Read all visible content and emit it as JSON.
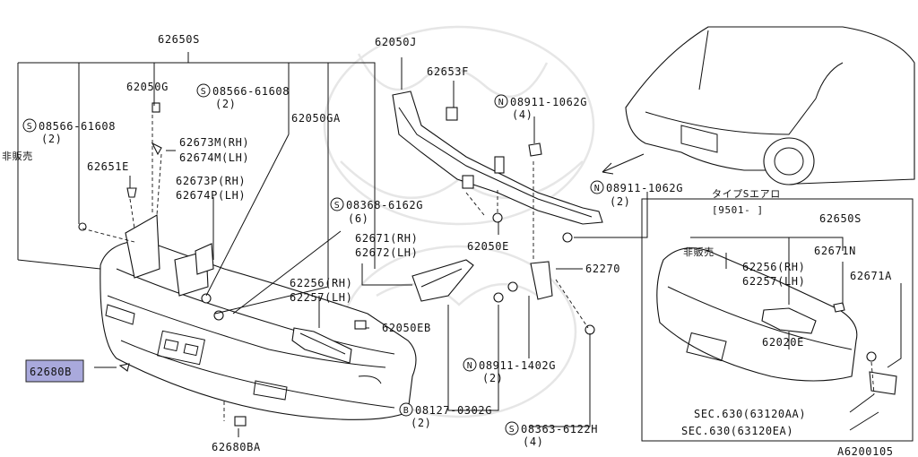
{
  "labels": {
    "p62650S": "62650S",
    "p62050G": "62050G",
    "s08566a": "08566-61608",
    "s08566a_qty": "(2)",
    "s08566b": "08566-61608",
    "s08566b_qty": "(2)",
    "p62050GA": "62050GA",
    "hibaibai": "非販売",
    "p62673M": "62673M(RH)",
    "p62674M": "62674M(LH)",
    "p62651E": "62651E",
    "p62673P": "62673P(RH)",
    "p62674P": "62674P(LH)",
    "p62050J": "62050J",
    "p62653F": "62653F",
    "n08911a": "08911-1062G",
    "n08911a_qty": "(4)",
    "n08911b": "08911-1062G",
    "n08911b_qty": "(2)",
    "s08368": "08368-6162G",
    "s08368_qty": "(6)",
    "p62671": "62671(RH)",
    "p62672": "62672(LH)",
    "p62050E": "62050E",
    "p62270": "62270",
    "p62256": "62256(RH)",
    "p62257": "62257(LH)",
    "p62050EB": "62050EB",
    "n08911c": "08911-1402G",
    "n08911c_qty": "(2)",
    "p62680B": "62680B",
    "b08127": "08127-0302G",
    "b08127_qty": "(2)",
    "s08363": "08363-6122H",
    "s08363_qty": "(4)",
    "p62680BA": "62680BA",
    "code": "A6200105"
  },
  "inset": {
    "title_line1": "タイプSエアロ",
    "title_line2": "[9501-     ]",
    "p62650S": "62650S",
    "hibaibai": "非販売",
    "p62671N": "62671N",
    "p62256": "62256(RH)",
    "p62257": "62257(LH)",
    "p62671A": "62671A",
    "p62020E": "62020E",
    "sec1": "SEC.630(63120AA)",
    "sec2": "SEC.630(63120EA)"
  },
  "symbols": {
    "S": "S",
    "N": "N",
    "B": "B"
  },
  "highlight_color": "#a9a9dc"
}
